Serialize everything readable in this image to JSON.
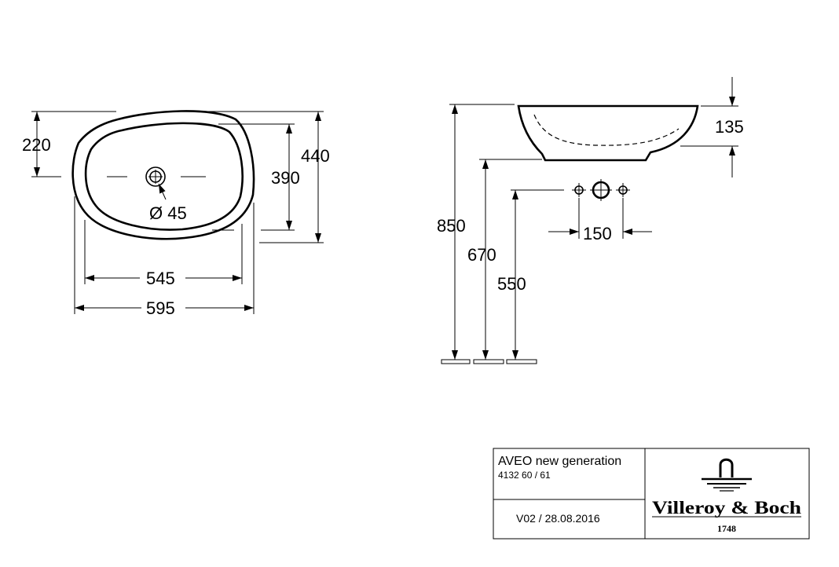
{
  "dimensions": {
    "top_view": {
      "depth_to_center": "220",
      "inner_depth": "390",
      "outer_depth": "440",
      "drain_diameter": "Ø 45",
      "inner_width": "545",
      "outer_width": "595"
    },
    "side_view": {
      "bowl_height": "135",
      "total_height": "850",
      "rim_to_floor": "670",
      "tap_height": "550",
      "tap_spacing": "150"
    }
  },
  "title_block": {
    "product_name": "AVEO new generation",
    "article_numbers": "4132 60 / 61",
    "version": "V02 / 28.08.2016",
    "brand_name": "Villeroy & Boch",
    "brand_year": "1748"
  }
}
